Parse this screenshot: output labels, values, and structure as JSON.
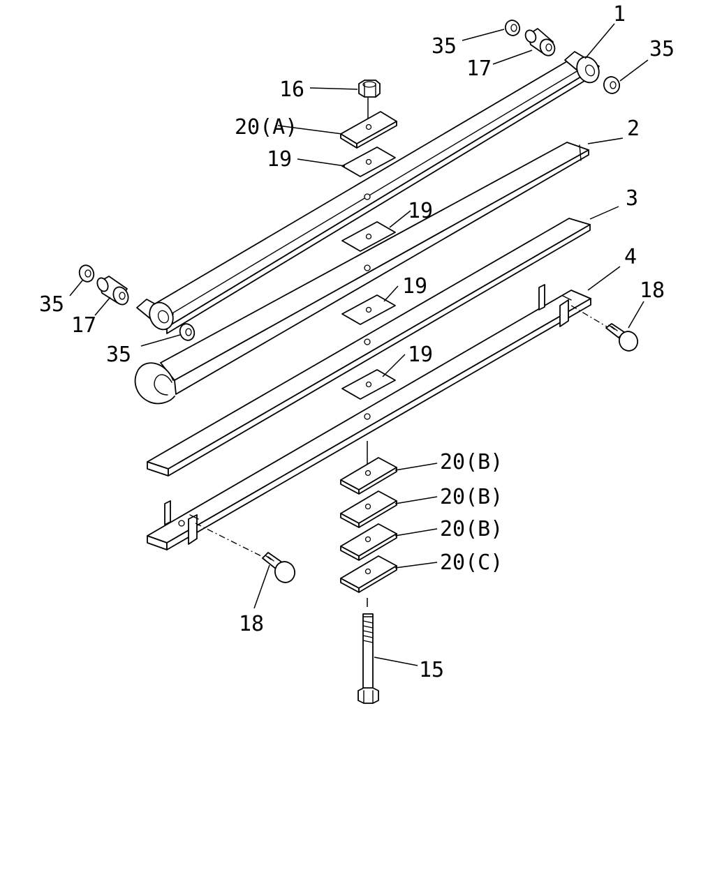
{
  "labels": {
    "p1": "1",
    "p2": "2",
    "p3": "3",
    "p4": "4",
    "p15": "15",
    "p16": "16",
    "p17_top": "17",
    "p17_left": "17",
    "p18_right": "18",
    "p18_left": "18",
    "p19_top": "19",
    "p19_a": "19",
    "p19_b": "19",
    "p19_c": "19",
    "p20A": "20(A)",
    "p20B_1": "20(B)",
    "p20B_2": "20(B)",
    "p20B_3": "20(B)",
    "p20C": "20(C)",
    "p35_top_left": "35",
    "p35_top_right": "35",
    "p35_left": "35",
    "p35_lower": "35"
  }
}
